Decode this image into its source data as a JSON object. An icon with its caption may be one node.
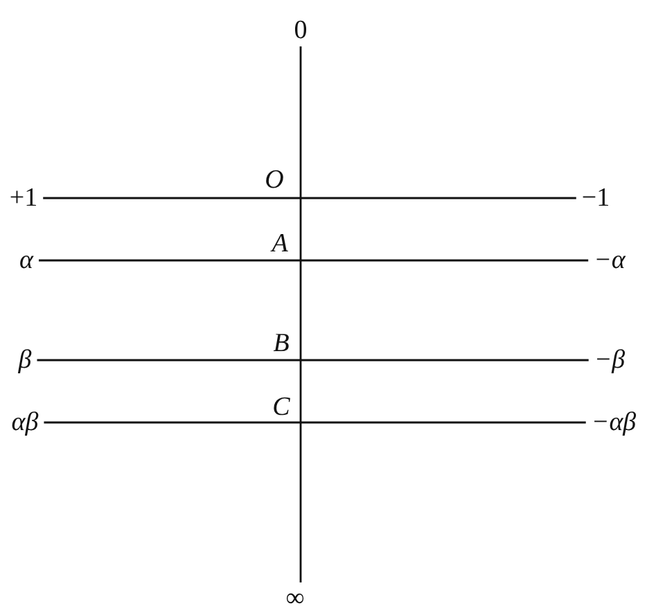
{
  "diagram": {
    "nodes": [
      {
        "text": [
          "0"
        ]
      },
      {
        "text": [
          "∞"
        ]
      },
      {
        "text": [
          "+1"
        ]
      },
      {
        "text": [
          "−1"
        ]
      },
      {
        "text": [
          "α"
        ]
      },
      {
        "text": [
          "−α"
        ]
      },
      {
        "text": [
          "β"
        ]
      },
      {
        "text": [
          "−β"
        ]
      },
      {
        "text": [
          "αβ"
        ]
      },
      {
        "text": [
          "−αβ"
        ]
      }
    ],
    "edges": [
      {
        "from": 0,
        "to": 1,
        "arrow": "none"
      },
      {
        "from": 2,
        "to": 3,
        "arrow": "none"
      },
      {
        "from": 4,
        "to": 5,
        "arrow": "none"
      },
      {
        "from": 6,
        "to": 7,
        "arrow": "none"
      },
      {
        "from": 8,
        "to": 9,
        "arrow": "none"
      }
    ],
    "labels": [
      "O",
      "A",
      "B",
      "C"
    ]
  }
}
